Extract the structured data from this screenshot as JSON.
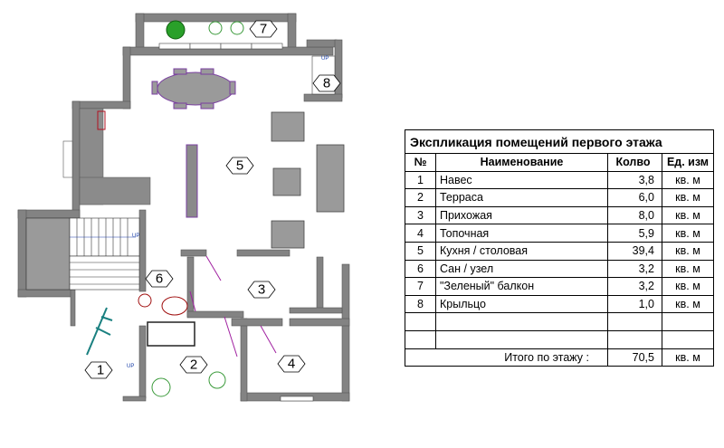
{
  "plan": {
    "room_labels": [
      "1",
      "2",
      "3",
      "4",
      "5",
      "6",
      "7",
      "8"
    ],
    "up_marks": [
      "UP",
      "UP",
      "UP"
    ],
    "wall_color": "#828282",
    "furniture_color": "#7a6b9e"
  },
  "table": {
    "title": "Экспликация помещений первого этажа",
    "headers": [
      "№",
      "Наименование",
      "Колво",
      "Ед. изм"
    ],
    "rows": [
      {
        "n": "1",
        "name": "Навес",
        "qty": "3,8",
        "unit": "кв. м"
      },
      {
        "n": "2",
        "name": "Терраса",
        "qty": "6,0",
        "unit": "кв. м"
      },
      {
        "n": "3",
        "name": "Прихожая",
        "qty": "8,0",
        "unit": "кв. м"
      },
      {
        "n": "4",
        "name": "Топочная",
        "qty": "5,9",
        "unit": "кв. м"
      },
      {
        "n": "5",
        "name": "Кухня / столовая",
        "qty": "39,4",
        "unit": "кв. м"
      },
      {
        "n": "6",
        "name": "Сан / узел",
        "qty": "3,2",
        "unit": "кв. м"
      },
      {
        "n": "7",
        "name": "\"Зеленый\" балкон",
        "qty": "3,2",
        "unit": "кв. м"
      },
      {
        "n": "8",
        "name": "Крыльцо",
        "qty": "1,0",
        "unit": "кв. м"
      }
    ],
    "total_label": "Итого по этажу :",
    "total_qty": "70,5",
    "total_unit": "кв. м"
  }
}
